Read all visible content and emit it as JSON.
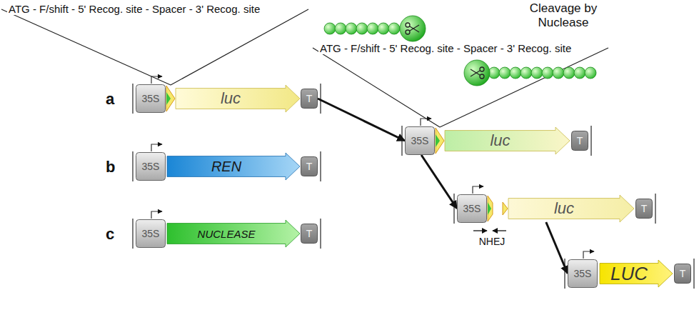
{
  "diagram": {
    "nodes": [
      {
        "text": [
          "35S"
        ]
      },
      {
        "text": [
          "luc"
        ]
      },
      {
        "text": [
          "T"
        ]
      },
      {
        "text": [
          "35S"
        ]
      },
      {
        "text": [
          "REN"
        ]
      },
      {
        "text": [
          "T"
        ]
      },
      {
        "text": [
          "35S"
        ]
      },
      {
        "text": [
          "NUCLEASE"
        ]
      },
      {
        "text": [
          "T"
        ]
      },
      {
        "text": [
          "35S"
        ]
      },
      {
        "text": [
          "luc"
        ]
      },
      {
        "text": [
          "T"
        ]
      },
      {
        "text": [
          "35S"
        ]
      },
      {
        "text": [
          "luc"
        ]
      },
      {
        "text": [
          "T"
        ]
      },
      {
        "text": [
          "35S"
        ]
      },
      {
        "text": [
          "LUC"
        ]
      },
      {
        "text": [
          "T"
        ]
      }
    ],
    "edges": [
      {
        "from": 2,
        "to": 9,
        "arrow": "to"
      },
      {
        "from": 9,
        "to": 12,
        "arrow": "to"
      },
      {
        "from": 13,
        "to": 15,
        "arrow": "to"
      }
    ],
    "labels": [
      "ATG - F/shift - 5' Recog. site - Spacer - 3' Recog. site",
      "a",
      "b",
      "c",
      "Cleavage by Nuclease",
      "ATG - F/shift - 5' Recog. site - Spacer - 3' Recog. site",
      "NHEJ"
    ]
  }
}
